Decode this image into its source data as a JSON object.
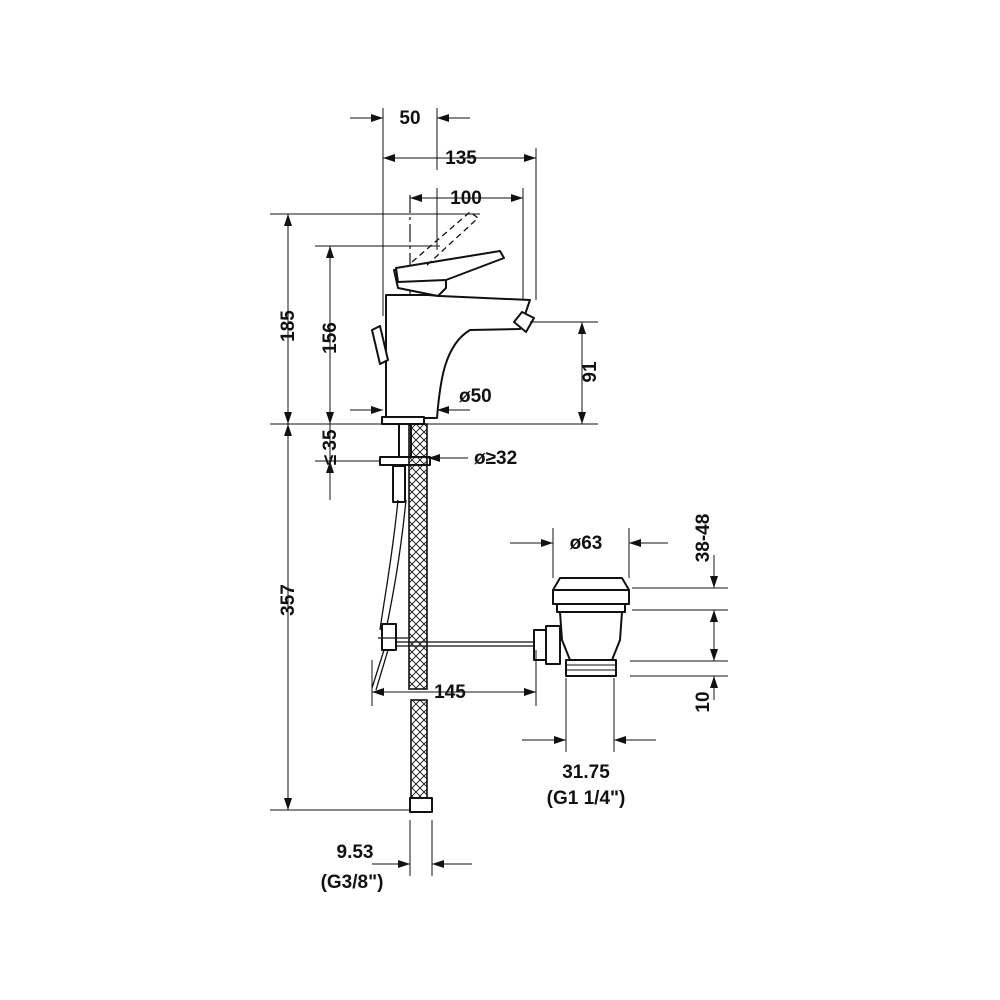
{
  "dimensions": {
    "spout_offset": "50",
    "total_depth": "135",
    "lever_depth": "100",
    "total_height": "185",
    "lever_height": "156",
    "spout_height": "91",
    "base_diameter": "ø50",
    "max_counter_thickness": "35",
    "max_symbol": "≤",
    "hole_diameter": "ø≥32",
    "hose_length": "357",
    "drain_diameter": "ø63",
    "drain_range": "38-48",
    "pull_rod_length": "145",
    "thread_height": "10",
    "drain_thread_size": "31.75",
    "drain_thread_label": "(G1 1/4\")",
    "hose_thread_size": "9.53",
    "hose_thread_label": "(G3/8\")"
  }
}
